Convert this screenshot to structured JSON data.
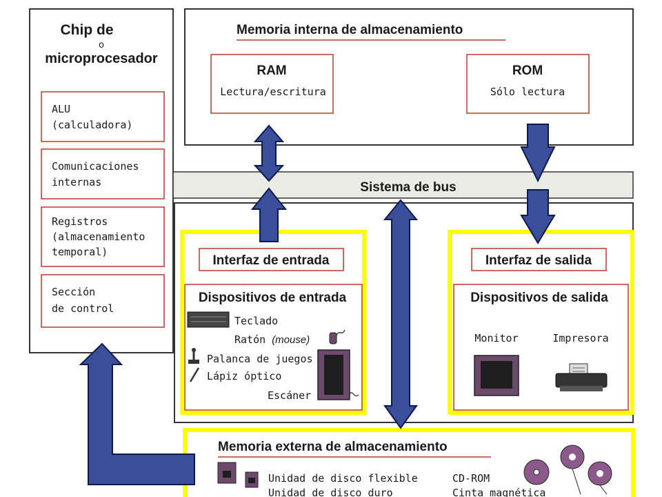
{
  "cpu": {
    "title_line1": "Chip de",
    "title_line2": "o",
    "title_line3": "microprocesador",
    "alu": [
      "ALU",
      "(calculadora)"
    ],
    "comunicaciones": [
      "Comunicaciones",
      "internas"
    ],
    "registros": [
      "Registros",
      "(almacenamiento",
      "temporal)"
    ],
    "control": [
      "Sección",
      "de control"
    ]
  },
  "memoria_interna": {
    "title": "Memoria interna de almacenamiento",
    "ram": {
      "label": "RAM",
      "desc": "Lectura/escritura"
    },
    "rom": {
      "label": "ROM",
      "desc": "Sólo lectura"
    }
  },
  "bus": {
    "label": "Sistema de bus"
  },
  "entrada": {
    "interfaz": "Interfaz de entrada",
    "dispositivos": "Dispositivos de entrada",
    "teclado": "Teclado",
    "raton_prefix": "Ratón ",
    "raton_italic": "(mouse)",
    "palanca": "Palanca de juegos",
    "lapiz": "Lápiz óptico",
    "escaner": "Escáner"
  },
  "salida": {
    "interfaz": "Interfaz de salida",
    "dispositivos": "Dispositivos de salida",
    "monitor": "Monitor",
    "impresora": "Impresora"
  },
  "memoria_externa": {
    "title": "Memoria externa de almacenamiento",
    "flexible": "Unidad de disco flexible",
    "duro": "Unidad de disco duro",
    "cdrom": "CD-ROM",
    "cinta": "Cinta magnética"
  },
  "colors": {
    "arrow": "#3a4e9a",
    "arrow_stroke": "#0d1a4d",
    "inner_box": "#c0392b",
    "highlight": "#ffff00",
    "bus": "#ebebe5",
    "device": "#6b4a6b"
  }
}
